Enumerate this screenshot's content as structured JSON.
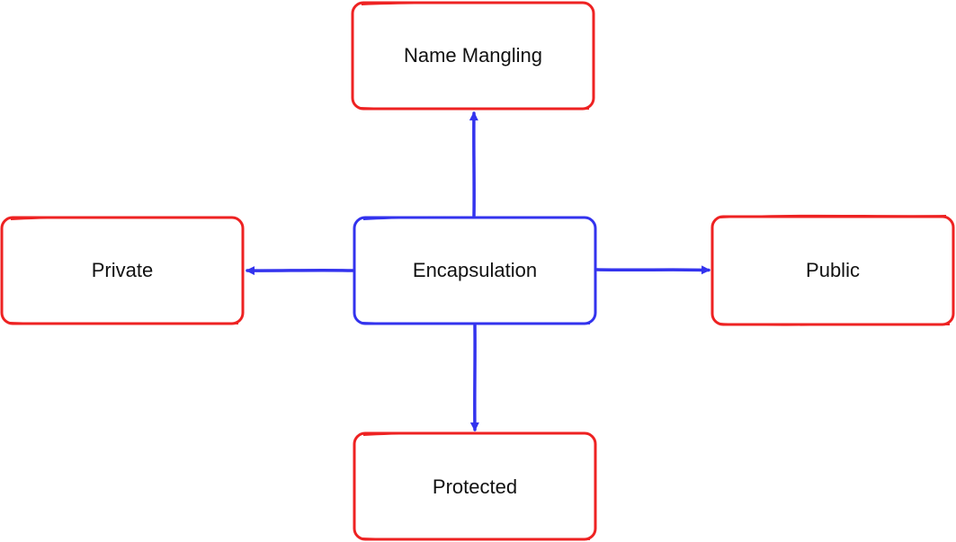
{
  "diagram": {
    "center": {
      "label": "Encapsulation"
    },
    "nodes": {
      "top": {
        "label": "Name Mangling"
      },
      "left": {
        "label": "Private"
      },
      "right": {
        "label": "Public"
      },
      "bottom": {
        "label": "Protected"
      }
    },
    "colors": {
      "center_stroke": "#3333ee",
      "node_stroke": "#ee2222",
      "arrow": "#3333ee",
      "text": "#111111"
    }
  }
}
